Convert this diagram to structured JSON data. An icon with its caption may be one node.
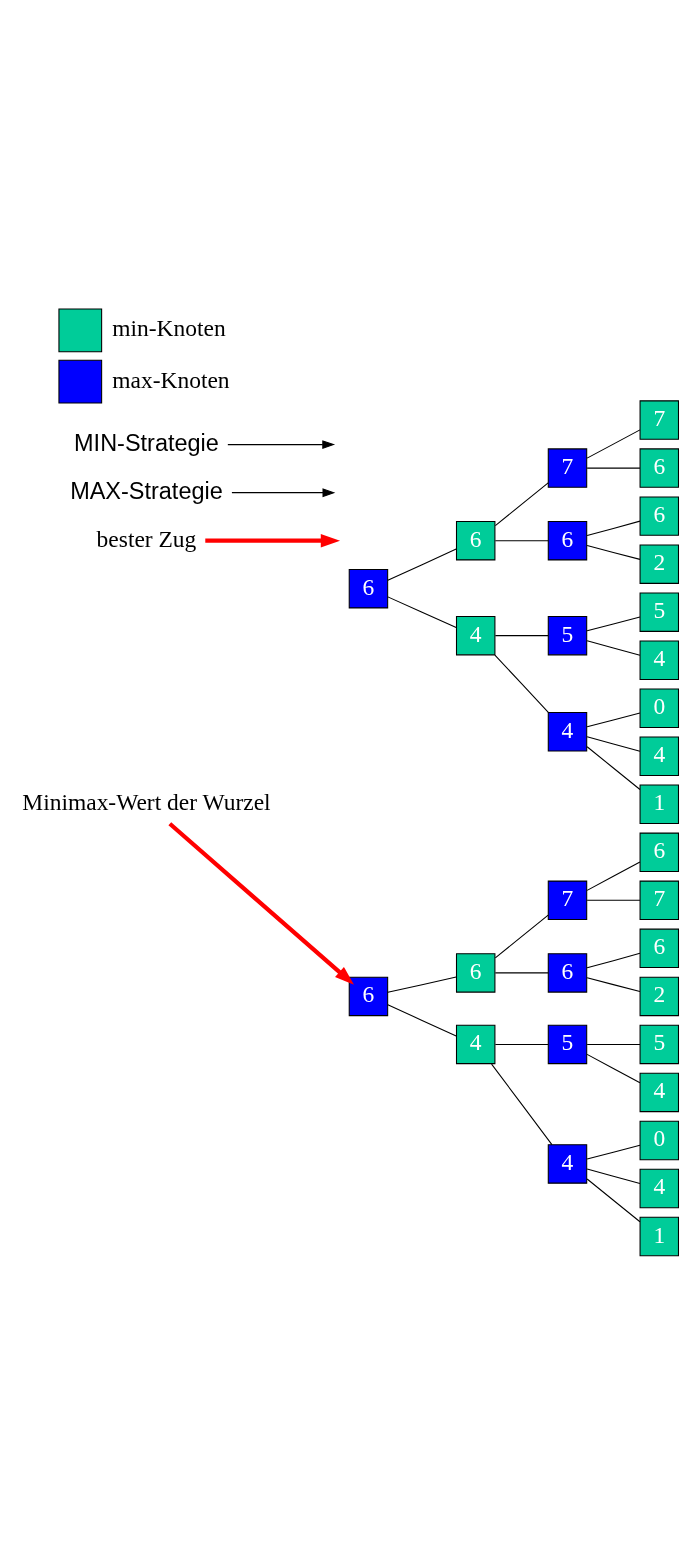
{
  "diagram": {
    "nodes": [
      {
        "text": [
          "6"
        ]
      },
      {
        "text": [
          "6"
        ]
      },
      {
        "text": [
          "4"
        ]
      },
      {
        "text": [
          "7"
        ]
      },
      {
        "text": [
          "6"
        ]
      },
      {
        "text": [
          "5"
        ]
      },
      {
        "text": [
          "4"
        ]
      },
      {
        "text": [
          "6"
        ]
      },
      {
        "text": [
          "7"
        ]
      },
      {
        "text": [
          "6"
        ]
      },
      {
        "text": [
          "2"
        ]
      },
      {
        "text": [
          "5"
        ]
      },
      {
        "text": [
          "4"
        ]
      },
      {
        "text": [
          "0"
        ]
      },
      {
        "text": [
          "4"
        ]
      },
      {
        "text": [
          "1"
        ]
      },
      {
        "text": [
          "6"
        ]
      },
      {
        "text": [
          "6"
        ]
      },
      {
        "text": [
          "4"
        ]
      },
      {
        "text": [
          "7"
        ]
      },
      {
        "text": [
          "6"
        ]
      },
      {
        "text": [
          "5"
        ]
      },
      {
        "text": [
          "4"
        ]
      },
      {
        "text": [
          "7"
        ]
      },
      {
        "text": [
          "6"
        ]
      },
      {
        "text": [
          "6"
        ]
      },
      {
        "text": [
          "2"
        ]
      },
      {
        "text": [
          "5"
        ]
      },
      {
        "text": [
          "4"
        ]
      },
      {
        "text": [
          "0"
        ]
      },
      {
        "text": [
          "4"
        ]
      },
      {
        "text": [
          "1"
        ]
      },
      {
        "text": [
          "Minimax-Wert der Wurzel"
        ]
      },
      {
        "text": [
          "bester Zug"
        ]
      },
      {
        "text": [
          "MAX-Strategie"
        ]
      },
      {
        "text": [
          "MIN-Strategie"
        ]
      }
    ],
    "edges": [
      {
        "from": 0,
        "to": 1,
        "arrow": "none"
      },
      {
        "from": 0,
        "to": 2,
        "arrow": "none"
      },
      {
        "from": 1,
        "to": 3,
        "arrow": "none"
      },
      {
        "from": 1,
        "to": 4,
        "arrow": "none"
      },
      {
        "from": 2,
        "to": 5,
        "arrow": "none"
      },
      {
        "from": 2,
        "to": 6,
        "arrow": "none"
      },
      {
        "from": 3,
        "to": 7,
        "arrow": "none"
      },
      {
        "from": 3,
        "to": 8,
        "arrow": "none"
      },
      {
        "from": 4,
        "to": 9,
        "arrow": "none"
      },
      {
        "from": 4,
        "to": 10,
        "arrow": "none"
      },
      {
        "from": 5,
        "to": 11,
        "arrow": "none"
      },
      {
        "from": 5,
        "to": 12,
        "arrow": "none"
      },
      {
        "from": 6,
        "to": 13,
        "arrow": "none"
      },
      {
        "from": 6,
        "to": 14,
        "arrow": "none"
      },
      {
        "from": 6,
        "to": 15,
        "arrow": "none"
      },
      {
        "from": 16,
        "to": 17,
        "arrow": "none"
      },
      {
        "from": 16,
        "to": 18,
        "arrow": "none"
      },
      {
        "from": 17,
        "to": 19,
        "arrow": "none"
      },
      {
        "from": 17,
        "to": 20,
        "arrow": "none"
      },
      {
        "from": 18,
        "to": 21,
        "arrow": "none"
      },
      {
        "from": 18,
        "to": 22,
        "arrow": "none"
      },
      {
        "from": 19,
        "to": 23,
        "arrow": "none"
      },
      {
        "from": 19,
        "to": 24,
        "arrow": "none"
      },
      {
        "from": 20,
        "to": 25,
        "arrow": "none"
      },
      {
        "from": 20,
        "to": 26,
        "arrow": "none"
      },
      {
        "from": 21,
        "to": 27,
        "arrow": "none"
      },
      {
        "from": 21,
        "to": 28,
        "arrow": "none"
      },
      {
        "from": 22,
        "to": 29,
        "arrow": "none"
      },
      {
        "from": 22,
        "to": 30,
        "arrow": "none"
      },
      {
        "from": 22,
        "to": 31,
        "arrow": "none"
      },
      {
        "from": 32,
        "to": 0,
        "arrow": "to",
        "style": "thick",
        "color": "#ff0000"
      },
      {
        "from": 33,
        "to": null,
        "arrow": "to",
        "style": "thick",
        "color": "#ff0000"
      },
      {
        "from": 34,
        "to": null,
        "arrow": "to"
      },
      {
        "from": 35,
        "to": null,
        "arrow": "to"
      }
    ],
    "legend": [
      {
        "text": "min-Knoten",
        "color": "#00cc99"
      },
      {
        "text": "max-Knoten",
        "color": "#0000ff"
      }
    ]
  }
}
